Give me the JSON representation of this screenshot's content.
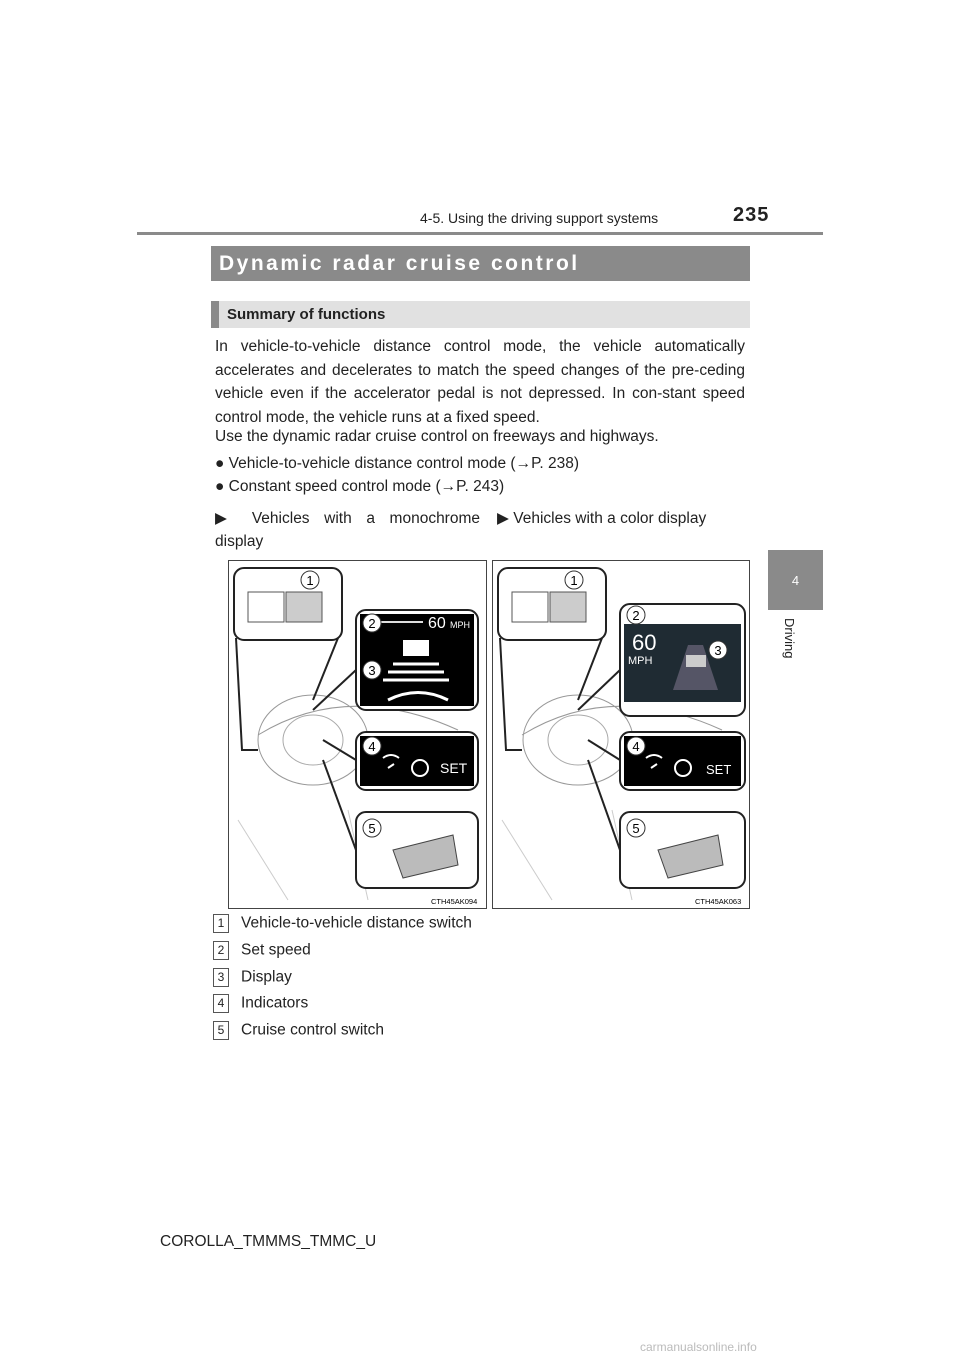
{
  "header": {
    "page_number": "235",
    "section": "4-5. Using the driving support systems"
  },
  "side_tab": {
    "number": "4",
    "label": "Driving"
  },
  "main_heading": "Dynamic radar cruise control",
  "sub_heading": "Summary of functions",
  "intro": "In vehicle-to-vehicle distance control mode, the vehicle automatically accelerates and decelerates to match the speed changes of the pre-ceding vehicle even if the accelerator pedal is not depressed. In con-stant speed control mode, the vehicle runs at a fixed speed.",
  "usage": "Use the dynamic radar cruise control on freeways and highways.",
  "modes": [
    "Vehicle-to-vehicle distance control mode (→P. 238)",
    "Constant speed control mode (→P. 243)"
  ],
  "variants": {
    "mono": "Vehicles with a monochrome display",
    "color": "Vehicles with a color display"
  },
  "figure": {
    "left_code": "CTH45AK094",
    "right_code": "CTH45AK063",
    "left_speed": "60",
    "left_unit": "MPH",
    "right_speed": "60",
    "right_unit": "MPH",
    "set_text": "SET",
    "markers": [
      "1",
      "2",
      "3",
      "4",
      "5"
    ]
  },
  "callouts": [
    {
      "num": "1",
      "text": "Vehicle-to-vehicle distance switch"
    },
    {
      "num": "2",
      "text": "Set speed"
    },
    {
      "num": "3",
      "text": "Display"
    },
    {
      "num": "4",
      "text": "Indicators"
    },
    {
      "num": "5",
      "text": "Cruise control switch"
    }
  ],
  "footer": "COROLLA_TMMMS_TMMC_U",
  "watermark": "carmanualsonline.info"
}
